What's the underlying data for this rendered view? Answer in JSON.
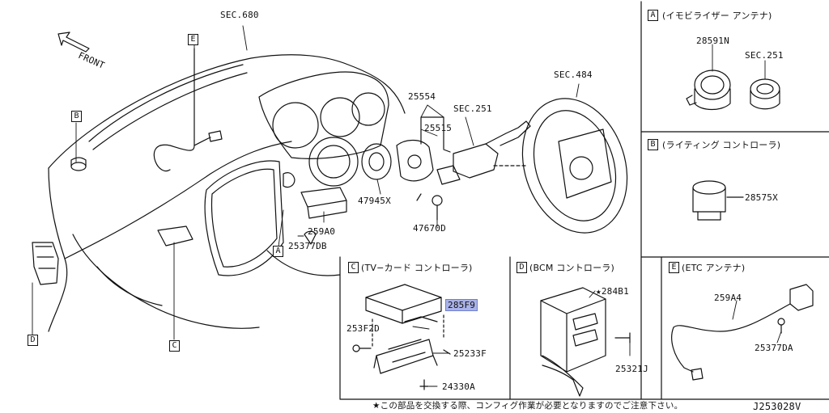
{
  "main": {
    "sec_680": "SEC.680",
    "front": "FRONT",
    "sec_484": "SEC.484",
    "sec_251": "SEC.251",
    "part_25554": "25554",
    "part_25515": "25515",
    "part_47945X": "47945X",
    "part_47670D": "47670D",
    "part_259A0": "259A0",
    "part_25377DB": "25377DB",
    "callouts": {
      "a": "A",
      "b": "B",
      "c": "C",
      "d": "D",
      "e": "E"
    }
  },
  "panel_a": {
    "letter": "A",
    "title": "(イモビライザー アンテナ)",
    "part_1": "28591N",
    "part_2": "SEC.251"
  },
  "panel_b": {
    "letter": "B",
    "title": "(ライティング コントローラ)",
    "part_1": "28575X"
  },
  "panel_c": {
    "letter": "C",
    "title": "(TV−カード コントローラ)",
    "part_highlight": "285F9",
    "part_2": "253F2D",
    "part_3": "25233F",
    "part_4": "24330A"
  },
  "panel_d": {
    "letter": "D",
    "title": "(BCM コントローラ)",
    "part_1": "★284B1",
    "part_2": "25321J"
  },
  "panel_e": {
    "letter": "E",
    "title": "(ETC アンテナ)",
    "part_1": "259A4",
    "part_2": "25377DA"
  },
  "footer": {
    "note": "★この部品を交換する際、コンフィグ作業が必要となりますのでご注意下さい。",
    "code": "J253028V"
  },
  "colors": {
    "highlight": "#aab3e8",
    "line": "#111111"
  }
}
